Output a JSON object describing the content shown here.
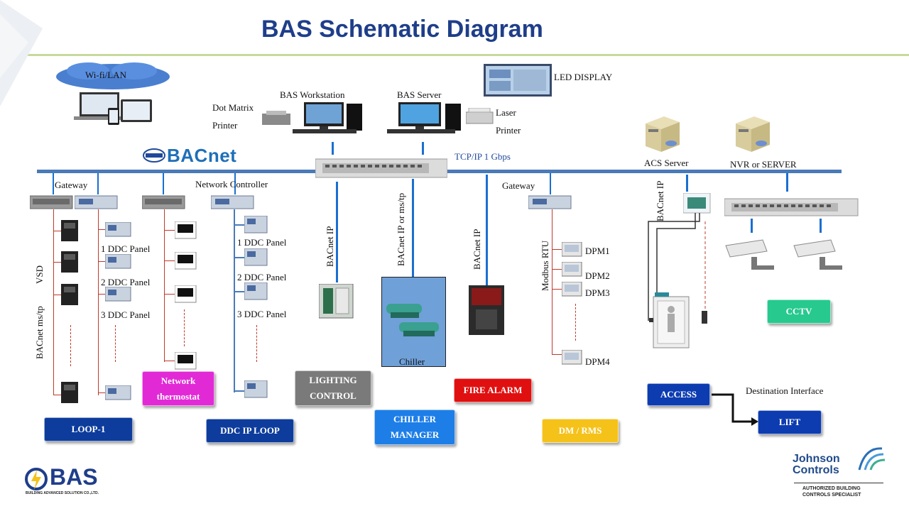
{
  "title": "BAS Schematic Diagram",
  "labels": {
    "wifi": "Wi-fi/LAN",
    "led_display": "LED DISPLAY",
    "bas_workstation": "BAS Workstation",
    "bas_server": "BAS Server",
    "dot_matrix_1": "Dot Matrix",
    "dot_matrix_2": "Printer",
    "laser_1": "Laser",
    "laser_2": "Printer",
    "bacnet_logo": "BACnet",
    "tcpip": "TCP/IP 1 Gbps",
    "acs_server": "ACS Server",
    "nvr_server": "NVR or SERVER",
    "gateway_left": "Gateway",
    "network_controller": "Network Controller",
    "gateway_right": "Gateway",
    "vsd": "VSD",
    "bacnet_mstp_left": "BACnet ms/tp",
    "ddc1_a": "1 DDC Panel",
    "ddc2_a": "2 DDC Panel",
    "ddc3_a": "3 DDC Panel",
    "ddc1_b": "1 DDC Panel",
    "ddc2_b": "2 DDC Panel",
    "ddc3_b": "3 DDC Panel",
    "bacnet_ip_lighting": "BACnet IP",
    "bacnet_ip_chiller": "BACnet IP or ms/tp",
    "bacnet_ip_fire": "BACnet IP",
    "modbus_rtu": "Modbus RTU",
    "bacnet_ip_acs": "BACnet IP",
    "chiller": "Chiller",
    "dpm1": "DPM1",
    "dpm2": "DPM2",
    "dpm3": "DPM3",
    "dpm4": "DPM4",
    "destination_interface": "Destination Interface",
    "obas_logo": "BAS",
    "obas_sub": "BUILDING ADVANCED SOLUTION CO.,LTD.",
    "jc_line1": "Johnson",
    "jc_line2": "Controls",
    "jc_sub1": "AUTHORIZED BUILDING",
    "jc_sub2": "CONTROLS SPECIALIST"
  },
  "buttons": {
    "loop1": "LOOP-1",
    "network_thermostat": "Network thermostat",
    "ddc_ip_loop": "DDC IP LOOP",
    "lighting_control": "LIGHTING CONTROL",
    "chiller_manager": "CHILLER MANAGER",
    "fire_alarm": "FIRE ALARM",
    "dm_rms": "DM / RMS",
    "access": "ACCESS",
    "lift": "LIFT",
    "cctv": "CCTV"
  },
  "colors": {
    "title": "#1f3e8a",
    "bus": "#4a7ab8",
    "loop_blue": "#0d3c9c",
    "thermostat_magenta": "#e12ad6",
    "lighting_gray": "#7a7a7a",
    "chiller_blue": "#1d7ee8",
    "fire_red": "#e01010",
    "dm_yellow": "#f5c21a",
    "access_blue": "#0d3cb0",
    "cctv_green": "#27c98f"
  }
}
